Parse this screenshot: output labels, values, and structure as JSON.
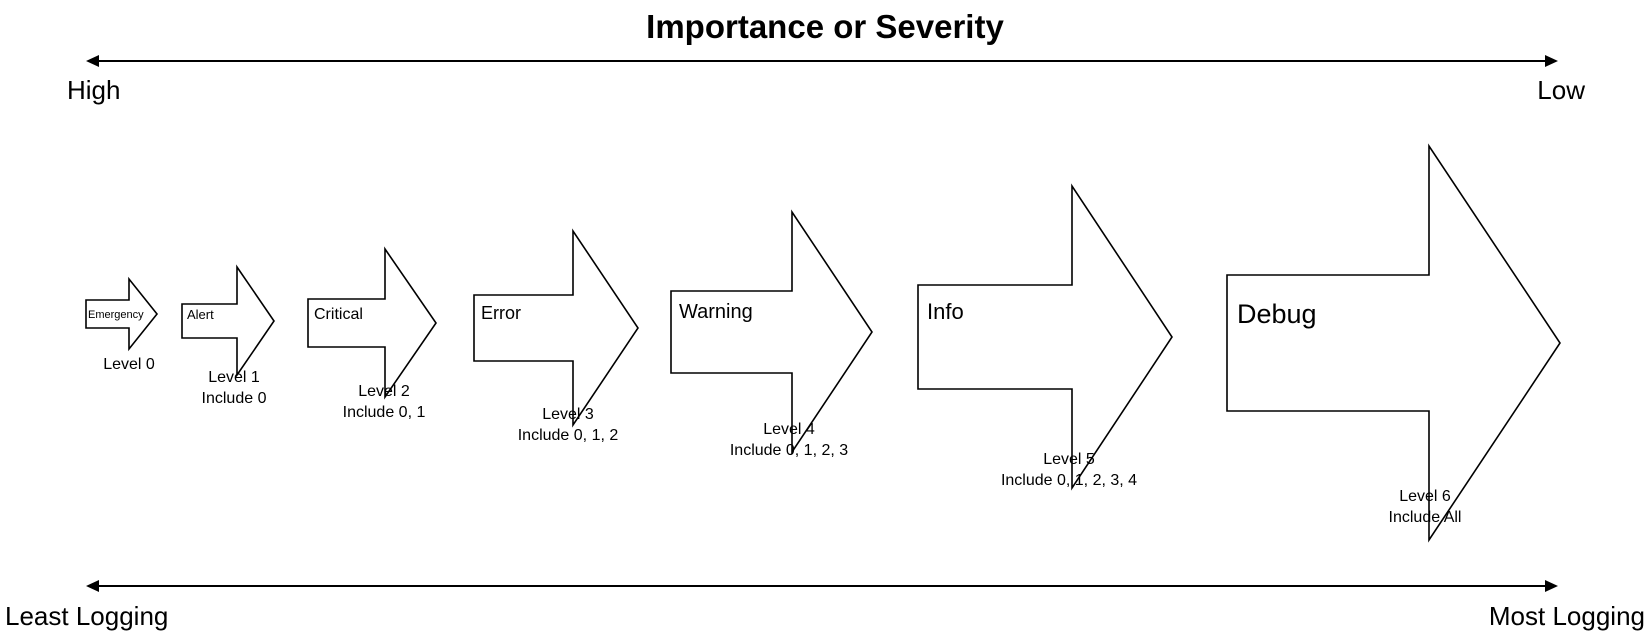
{
  "title": "Importance or Severity",
  "severity_axis": {
    "left_label": "High",
    "right_label": "Low"
  },
  "logging_axis": {
    "left_label": "Least Logging",
    "right_label": "Most Logging"
  },
  "levels": [
    {
      "name": "Emergency",
      "level": "Level 0",
      "include": ""
    },
    {
      "name": "Alert",
      "level": "Level 1",
      "include": "Include 0"
    },
    {
      "name": "Critical",
      "level": "Level 2",
      "include": "Include 0, 1"
    },
    {
      "name": "Error",
      "level": "Level 3",
      "include": "Include 0, 1, 2"
    },
    {
      "name": "Warning",
      "level": "Level 4",
      "include": "Include 0, 1, 2, 3"
    },
    {
      "name": "Info",
      "level": "Level 5",
      "include": "Include 0, 1, 2, 3, 4"
    },
    {
      "name": "Debug",
      "level": "Level 6",
      "include": "Include All"
    }
  ],
  "colors": {
    "stroke": "#000000",
    "fill": "#ffffff",
    "text": "#000000"
  }
}
